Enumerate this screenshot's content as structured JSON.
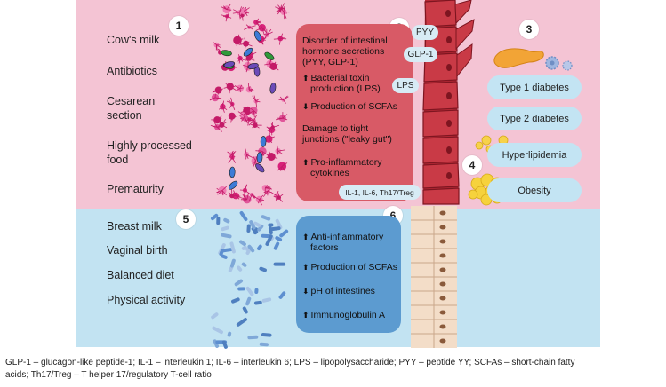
{
  "markers": {
    "m1": "1",
    "m2": "2",
    "m3": "3",
    "m4": "4",
    "m5": "5",
    "m6": "6"
  },
  "negative_factors": [
    "Cow's milk",
    "Antibiotics",
    "Cesarean",
    "section",
    "Highly processed",
    "food",
    "Prematurity"
  ],
  "positive_factors": [
    "Breast milk",
    "Vaginal birth",
    "Balanced diet",
    "Physical activity"
  ],
  "dysbiosis_effects": {
    "hormone_line1": "Disorder of intestinal",
    "hormone_line2": "hormone secretions",
    "hormone_line3": "(PYY, GLP-1)",
    "toxin_line1": "Bacterial toxin",
    "toxin_line2": "production (LPS)",
    "scfa": "Production of SCFAs",
    "junction_line1": "Damage to tight",
    "junction_line2": "junctions (\"leaky gut\")",
    "cyto_line1": "Pro-inflammatory",
    "cyto_line2": "cytokines"
  },
  "eubiosis_effects": {
    "anti_line1": "Anti-inflammatory",
    "anti_line2": "factors",
    "scfa": "Production of SCFAs",
    "ph": "pH of intestines",
    "immuno": "Immunoglobulin A"
  },
  "arrows": {
    "up": "⬆",
    "down": "⬇"
  },
  "molecules": {
    "pyy": "PYY",
    "glp1": "GLP-1",
    "lps": "LPS",
    "cytokines": "IL-1, IL-6, Th17/Treg"
  },
  "diseases": [
    "Type 1 diabetes",
    "Type 2 diabetes",
    "Hyperlipidemia",
    "Obesity"
  ],
  "footnote_line1": "GLP-1 – glucagon-like peptide-1; IL-1 – interleukin 1; IL-6 – interleukin 6; LPS – lipopolysaccharide; PYY – peptide YY; SCFAs – short-chain fatty",
  "footnote_line2": "acids; Th17/Treg – T helper 17/regulatory T-cell ratio",
  "colors": {
    "top_bg": "#f4c4d4",
    "bottom_bg": "#c2e3f2",
    "red_box": "#d85a66",
    "blue_box": "#5c9bd0",
    "disease_pill": "#c3e4f3"
  }
}
